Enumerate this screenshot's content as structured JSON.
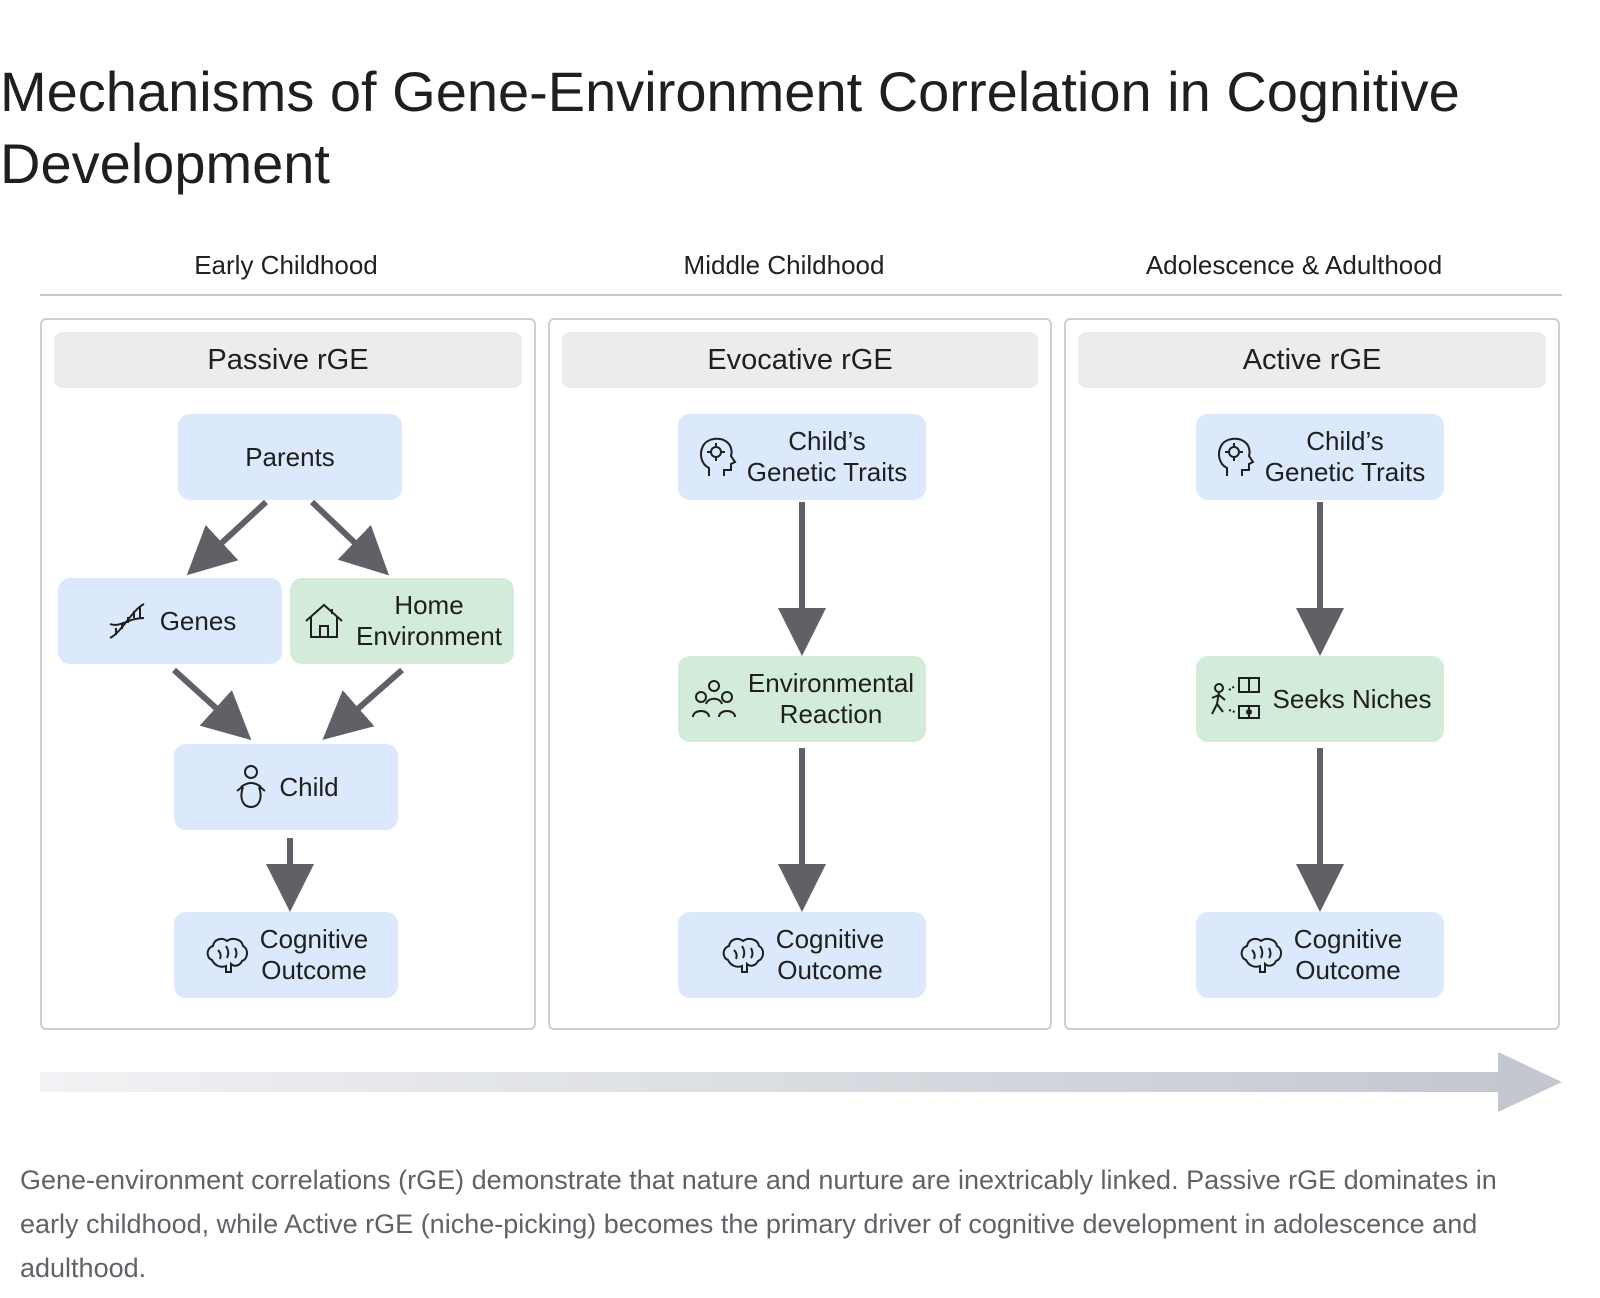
{
  "title": "Mechanisms of Gene-Environment Correlation in Cognitive Development",
  "stages": [
    "Early Childhood",
    "Middle Childhood",
    "Adolescence & Adulthood"
  ],
  "panels": [
    {
      "header": "Passive rGE",
      "nodes": {
        "parents": "Parents",
        "genes": "Genes",
        "home": "Home\nEnvironment",
        "child": "Child",
        "outcome": "Cognitive\nOutcome"
      }
    },
    {
      "header": "Evocative rGE",
      "nodes": {
        "traits": "Child’s\nGenetic Traits",
        "reaction": "Environmental\nReaction",
        "outcome": "Cognitive\nOutcome"
      }
    },
    {
      "header": "Active rGE",
      "nodes": {
        "traits": "Child’s\nGenetic Traits",
        "niches": "Seeks Niches",
        "outcome": "Cognitive\nOutcome"
      }
    }
  ],
  "caption": "Gene-environment correlations (rGE) demonstrate that nature and nurture are inextricably linked. Passive rGE dominates in early childhood, while Active rGE (niche-picking) becomes the primary driver of cognitive development in adolescence and adulthood.",
  "colors": {
    "node_blue": "#dce8fb",
    "node_green": "#d3ecd9",
    "arrow": "#5f6166",
    "header_bg": "#ececec",
    "timeline_arrow": "#c3c8d0"
  },
  "icons": [
    "dna-icon",
    "house-icon",
    "baby-icon",
    "brain-icon",
    "head-gear-icon",
    "people-group-icon",
    "person-niche-icon"
  ]
}
